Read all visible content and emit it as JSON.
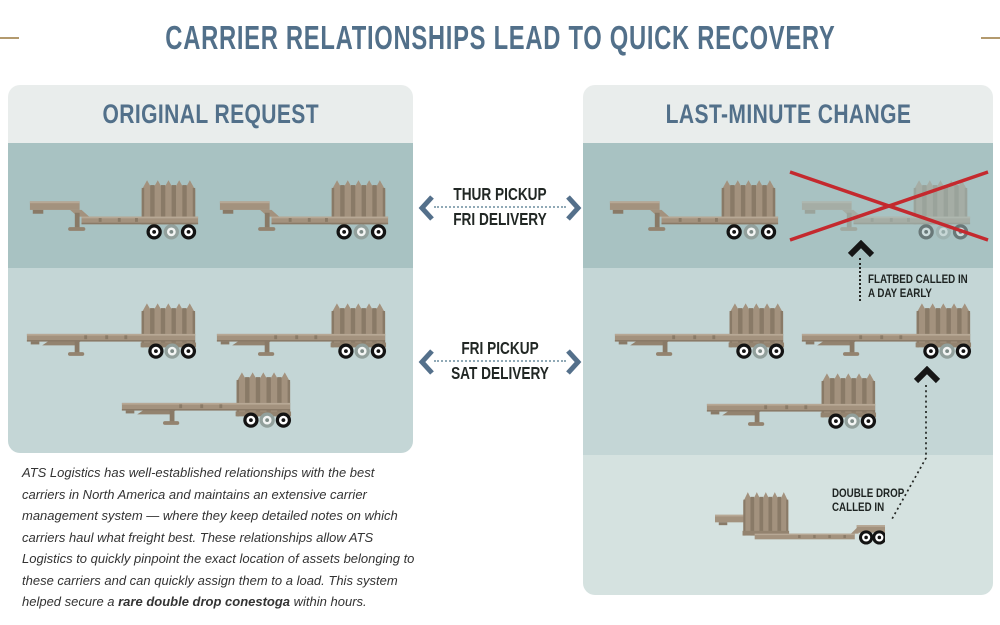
{
  "title": "CARRIER RELATIONSHIPS LEAD TO QUICK RECOVERY",
  "left_panel": {
    "header": "ORIGINAL REQUEST"
  },
  "right_panel": {
    "header": "LAST-MINUTE CHANGE"
  },
  "schedule_labels": [
    {
      "pickup": "THUR PICKUP",
      "delivery": "FRI DELIVERY"
    },
    {
      "pickup": "FRI PICKUP",
      "delivery": "SAT DELIVERY"
    }
  ],
  "annotations": {
    "flatbed": {
      "line1": "FLATBED CALLED IN",
      "line2": "A DAY EARLY"
    },
    "double_drop": {
      "line1": "DOUBLE DROP",
      "line2": "CALLED IN"
    }
  },
  "description": {
    "pre_bold": "ATS Logistics has well-established relationships with the best carriers in North America and maintains an extensive carrier management system — where they keep detailed notes on which carriers haul what freight best. These relationships allow ATS Logistics to quickly pinpoint the exact location of assets belonging to these carriers and can quickly assign them to a load. This system helped secure a ",
    "bold": "rare double drop conestoga",
    "post_bold": " within hours."
  },
  "icons": {
    "stepdeck_trailer": "stepdeck-conestoga-trailer-icon",
    "flatbed_trailer": "flatbed-conestoga-trailer-icon",
    "double_drop_trailer": "double-drop-conestoga-trailer-icon",
    "red_x": "red-x-icon",
    "up_arrow": "up-chevron-arrow-icon",
    "left_arrow": "left-chevron-arrow-icon",
    "right_arrow": "right-chevron-arrow-icon"
  },
  "colors": {
    "title_blue": "#52708a",
    "accent_tan_line": "#b39a6e",
    "panel_header_bg": "#e9edec",
    "band_dark_teal": "#a8c2c2",
    "band_light_teal": "#c4d6d6",
    "band_lighter_teal": "#d5e2e0",
    "truck_body_tan": "#a3927e",
    "truck_shadow": "#897a67",
    "red_x": "#c4292e",
    "annotation_dark": "#1d2321"
  }
}
